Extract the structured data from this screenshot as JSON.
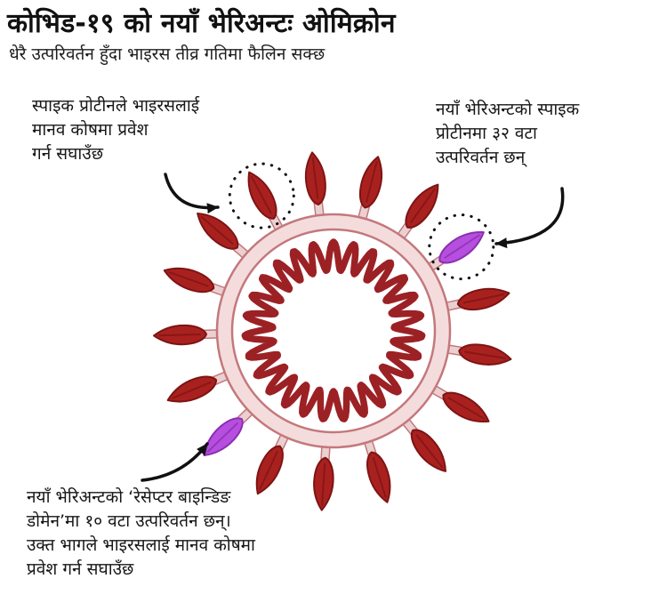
{
  "header": {
    "title": "कोभिड-१९ को नयाँ भेरिअन्टः ओमिक्रोन",
    "subtitle": "धेरै उत्परिवर्तन हुँदा भाइरस तीव्र गतिमा फैलिन सक्छ"
  },
  "annotations": {
    "spike_protein": {
      "lines": [
        "स्पाइक प्रोटीनले भाइरसलाई",
        "मानव कोषमा प्रवेश",
        "गर्न सघाउँछ"
      ]
    },
    "variant_mutations": {
      "lines": [
        "नयाँ भेरिअन्टको स्पाइक",
        "प्रोटीनमा ३२ वटा",
        "उत्परिवर्तन छन्"
      ]
    },
    "receptor_binding": {
      "lines": [
        "नयाँ भेरिअन्टको ‘रेसेप्टर बाइन्डिङ",
        "डोमेन’मा १० वटा उत्परिवर्तन छन्।",
        "उक्त भागले भाइरसलाई मानव कोषमा",
        "प्रवेश गर्न सघाउँछ"
      ]
    }
  },
  "virus": {
    "spike_count": 17,
    "mutant_spike_indices": [
      4,
      12
    ],
    "highlighted_spike_indices": [
      0,
      4
    ],
    "rna_waves": 27,
    "colors": {
      "spike": "#a9211f",
      "spike_dark": "#7d1413",
      "membrane_fill": "#f4dcdd",
      "membrane_line": "#c4787c",
      "stalk_fill": "#ebd0d1",
      "rna": "#9c2125",
      "mutant_spike": "#b64fe0",
      "mutant_dark": "#8a2fae",
      "annotation_ink": "#111111"
    }
  }
}
